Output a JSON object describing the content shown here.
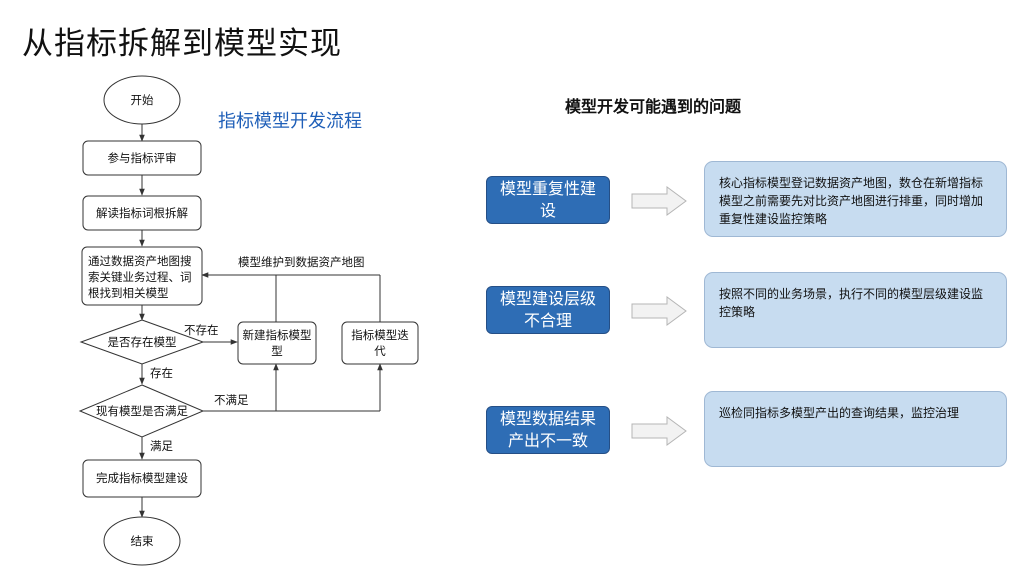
{
  "page": {
    "title": "从指标拆解到模型实现"
  },
  "flowchart": {
    "title": "指标模型开发流程",
    "start": "开始",
    "step1": "参与指标评审",
    "step2": "解读指标词根拆解",
    "step3": [
      "通过数据资产地图搜",
      "索关键业务过程、词",
      "根找到相关模型"
    ],
    "decision1": "是否存在模型",
    "decision2": "现有模型是否满足",
    "new_model": [
      "新建指标模型",
      "型"
    ],
    "iterate_model": [
      "指标模型迭",
      "代"
    ],
    "finish_step": "完成指标模型建设",
    "end": "结束",
    "label_not_exist": "不存在",
    "label_exist": "存在",
    "label_not_satisfied": "不满足",
    "label_satisfied": "满足",
    "label_maintain": "模型维护到数据资产地图"
  },
  "issues": {
    "title": "模型开发可能遇到的问题",
    "items": [
      {
        "name": "模型重复性建设",
        "desc": "核心指标模型登记数据资产地图，数仓在新增指标模型之前需要先对比资产地图进行排重，同时增加重复性建设监控策略"
      },
      {
        "name": "模型建设层级不合理",
        "desc": "按照不同的业务场景，执行不同的模型层级建设监控策略"
      },
      {
        "name": "模型数据结果产出不一致",
        "desc": "巡检同指标多模型产出的查询结果，监控治理"
      }
    ]
  },
  "colors": {
    "issue_box": "#2e6db5",
    "desc_box": "#c7dcf0",
    "flow_title": "#1f5fb8"
  }
}
